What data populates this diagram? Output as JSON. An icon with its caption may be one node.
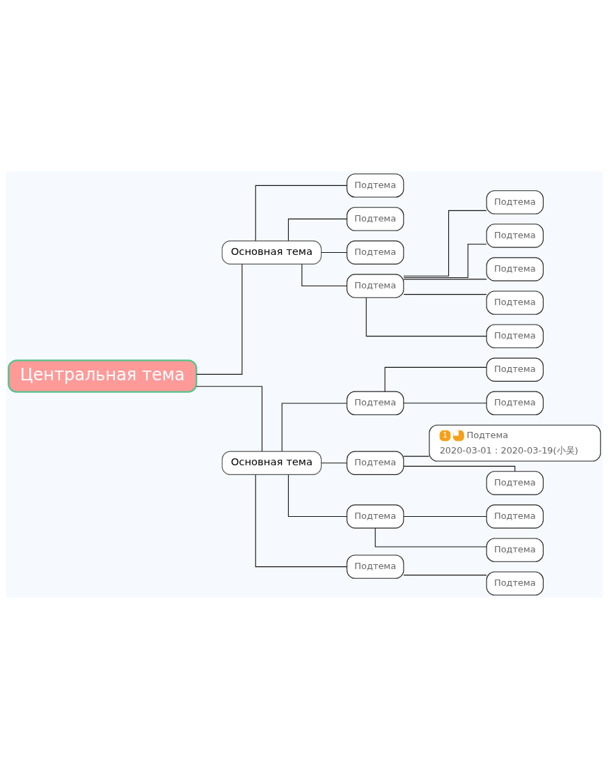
{
  "diagram": {
    "nodes": [
      {
        "text": [
          "Центральная тема"
        ]
      },
      {
        "text": [
          "Основная тема"
        ]
      },
      {
        "text": [
          "Подтема"
        ]
      },
      {
        "text": [
          "Подтема"
        ]
      },
      {
        "text": [
          "Подтема"
        ]
      },
      {
        "text": [
          "Подтема"
        ]
      },
      {
        "text": [
          "Подтема"
        ]
      },
      {
        "text": [
          "Подтема"
        ]
      },
      {
        "text": [
          "Подтема"
        ]
      },
      {
        "text": [
          "Подтема"
        ]
      },
      {
        "text": [
          "Подтема"
        ]
      },
      {
        "text": [
          "Основная тема"
        ]
      },
      {
        "text": [
          "Подтема"
        ]
      },
      {
        "text": [
          "Подтема"
        ]
      },
      {
        "text": [
          "Подтема"
        ]
      },
      {
        "text": [
          "Подтема"
        ]
      },
      {
        "text": [
          "1",
          "Подтема",
          "2020-03-01 : 2020-03-19(小吴)"
        ]
      },
      {
        "text": [
          "Подтема"
        ]
      },
      {
        "text": [
          "Подтема"
        ]
      },
      {
        "text": [
          "Подтема"
        ]
      },
      {
        "text": [
          "Подтема"
        ]
      },
      {
        "text": [
          "Подтема"
        ]
      },
      {
        "text": [
          "Подтема"
        ]
      }
    ],
    "edges": [
      {
        "from": 0,
        "to": 1,
        "arrow": "none"
      },
      {
        "from": 0,
        "to": 11,
        "arrow": "none"
      },
      {
        "from": 1,
        "to": 2,
        "arrow": "none"
      },
      {
        "from": 1,
        "to": 3,
        "arrow": "none"
      },
      {
        "from": 1,
        "to": 4,
        "arrow": "none"
      },
      {
        "from": 1,
        "to": 5,
        "arrow": "none"
      },
      {
        "from": 5,
        "to": 6,
        "arrow": "none"
      },
      {
        "from": 5,
        "to": 7,
        "arrow": "none"
      },
      {
        "from": 5,
        "to": 8,
        "arrow": "none"
      },
      {
        "from": 5,
        "to": 9,
        "arrow": "none"
      },
      {
        "from": 5,
        "to": 10,
        "arrow": "none"
      },
      {
        "from": 11,
        "to": 12,
        "arrow": "none"
      },
      {
        "from": 12,
        "to": 13,
        "arrow": "none"
      },
      {
        "from": 12,
        "to": 14,
        "arrow": "none"
      },
      {
        "from": 11,
        "to": 15,
        "arrow": "none"
      },
      {
        "from": 15,
        "to": 16,
        "arrow": "none"
      },
      {
        "from": 15,
        "to": 17,
        "arrow": "none"
      },
      {
        "from": 11,
        "to": 18,
        "arrow": "none"
      },
      {
        "from": 18,
        "to": 19,
        "arrow": "none"
      },
      {
        "from": 18,
        "to": 20,
        "arrow": "none"
      },
      {
        "from": 11,
        "to": 21,
        "arrow": "none"
      },
      {
        "from": 21,
        "to": 22,
        "arrow": "none"
      }
    ]
  }
}
